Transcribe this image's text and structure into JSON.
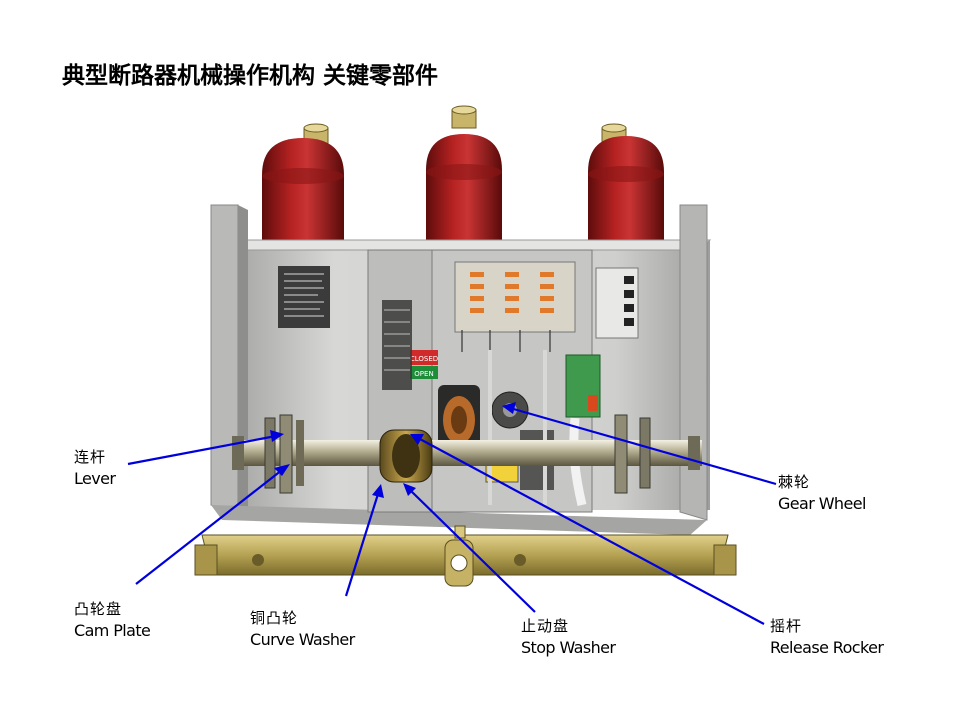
{
  "title": "典型断路器机械操作机构 关键零部件",
  "labels": {
    "lever": {
      "zh": "连杆",
      "en": "Lever"
    },
    "cam": {
      "zh": "凸轮盘",
      "en": "Cam Plate"
    },
    "curve": {
      "zh": "铜凸轮",
      "en": "Curve Washer"
    },
    "stop": {
      "zh": "止动盘",
      "en": "Stop Washer"
    },
    "rocker": {
      "zh": "摇杆",
      "en": "Release Rocker"
    },
    "gear": {
      "zh": "棘轮",
      "en": "Gear Wheel"
    }
  },
  "photo_text": {
    "closed": "CLOSED",
    "open": "OPEN"
  },
  "colors": {
    "arrow": "#0000dd",
    "insulator": "#9c1a1a",
    "cabinet": "#c8c8c6",
    "base": "#b8a55a"
  }
}
